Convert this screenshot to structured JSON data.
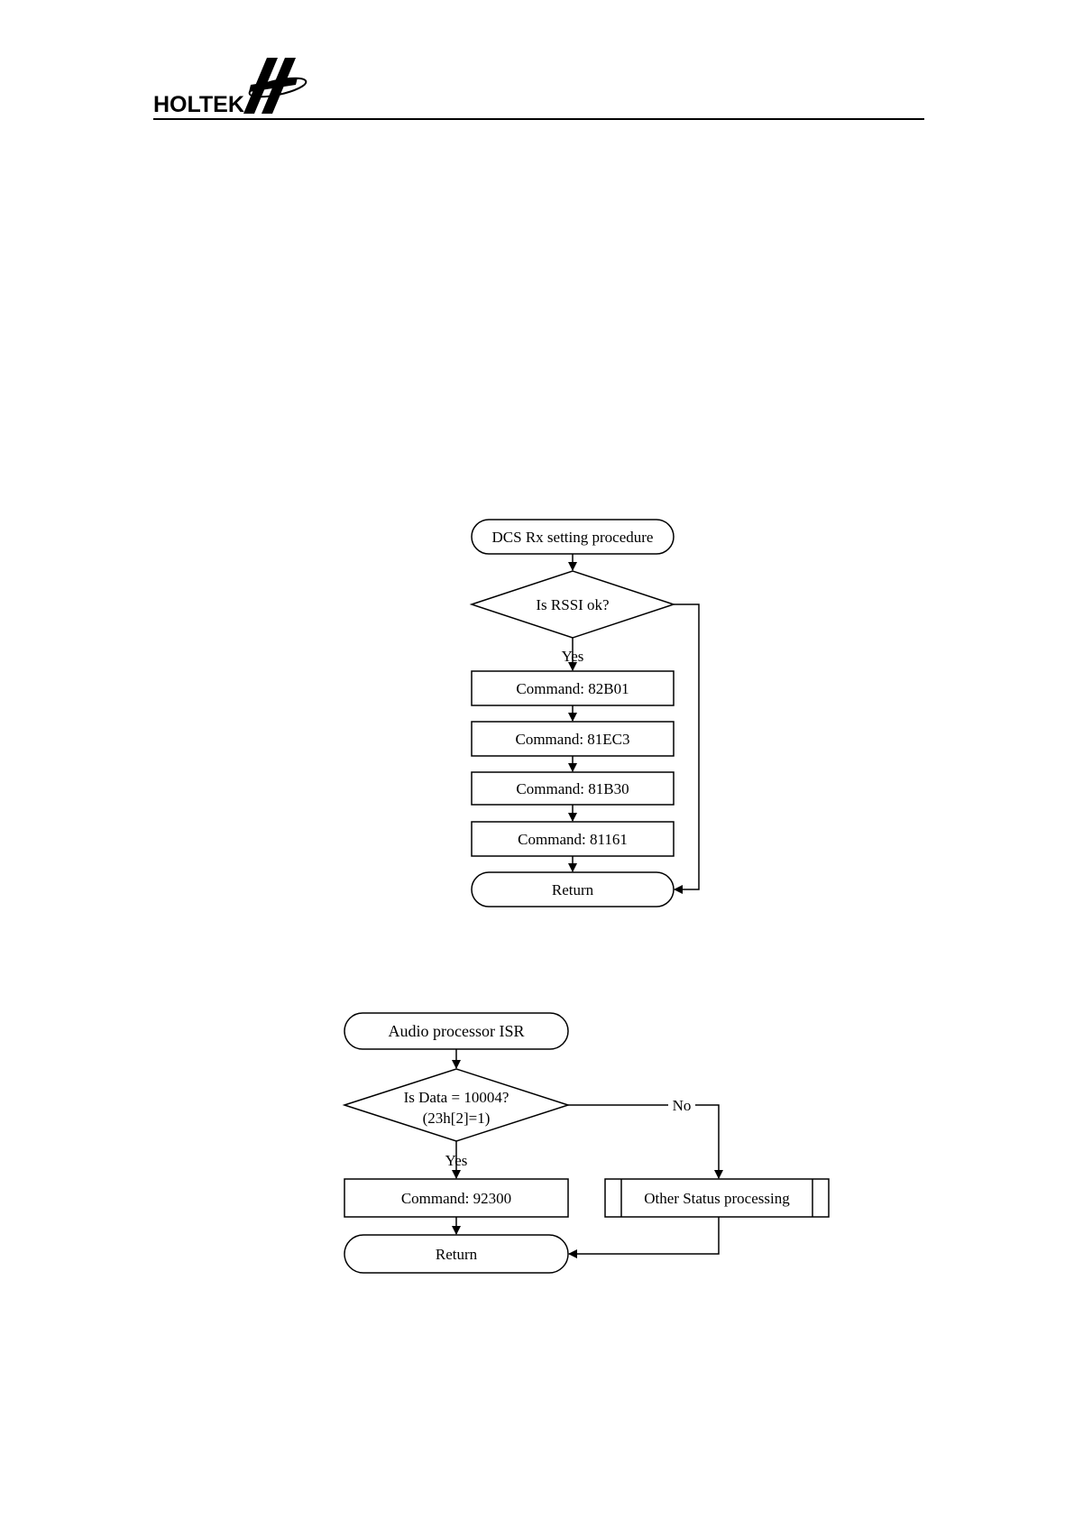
{
  "header": {
    "brand": "HOLTEK"
  },
  "flowchart1": {
    "start": "DCS Rx setting procedure",
    "decision": "Is RSSI ok?",
    "yes_label": "Yes",
    "steps": [
      "Command: 82B01",
      "Command: 81EC3",
      "Command: 81B30",
      "Command: 81161"
    ],
    "end": "Return"
  },
  "flowchart2": {
    "start": "Audio processor ISR",
    "decision_line1": "Is Data = 10004?",
    "decision_line2": "(23h[2]=1)",
    "yes_label": "Yes",
    "no_label": "No",
    "command": "Command: 92300",
    "other": "Other Status processing",
    "end": "Return"
  }
}
